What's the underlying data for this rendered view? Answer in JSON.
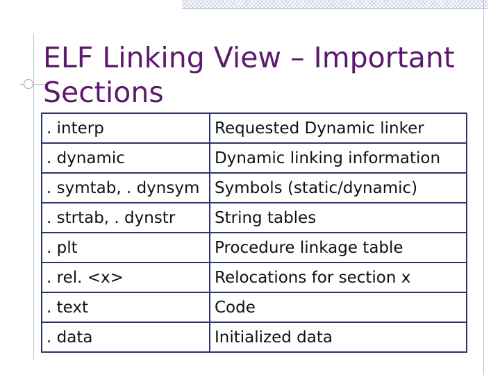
{
  "slide": {
    "title": "ELF Linking View – Important Sections",
    "rows": [
      {
        "section": ". interp",
        "description": "Requested Dynamic linker"
      },
      {
        "section": ". dynamic",
        "description": "Dynamic linking information"
      },
      {
        "section": ". symtab, . dynsym",
        "description": "Symbols (static/dynamic)"
      },
      {
        "section": ". strtab, . dynstr",
        "description": "String tables"
      },
      {
        "section": ". plt",
        "description": "Procedure linkage table"
      },
      {
        "section": ". rel. <x>",
        "description": "Relocations for section x"
      },
      {
        "section": ". text",
        "description": "Code"
      },
      {
        "section": ". data",
        "description": "Initialized data"
      }
    ]
  },
  "colors": {
    "title": "#5b1a6b",
    "table_border": "#2a3570",
    "decor": "#b9c2d8"
  }
}
